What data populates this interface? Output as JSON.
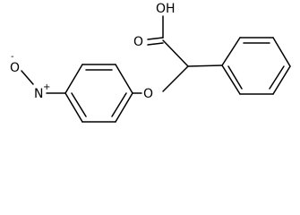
{
  "molecule": {
    "labels": {
      "hydroxyl": "OH",
      "carbonyl_oxygen": "O",
      "ether_oxygen": "O",
      "nitro_nitrogen": "N",
      "nitro_oxygen": "O",
      "nitro_charge_minus": "-",
      "nitro_charge_plus": "+"
    }
  }
}
